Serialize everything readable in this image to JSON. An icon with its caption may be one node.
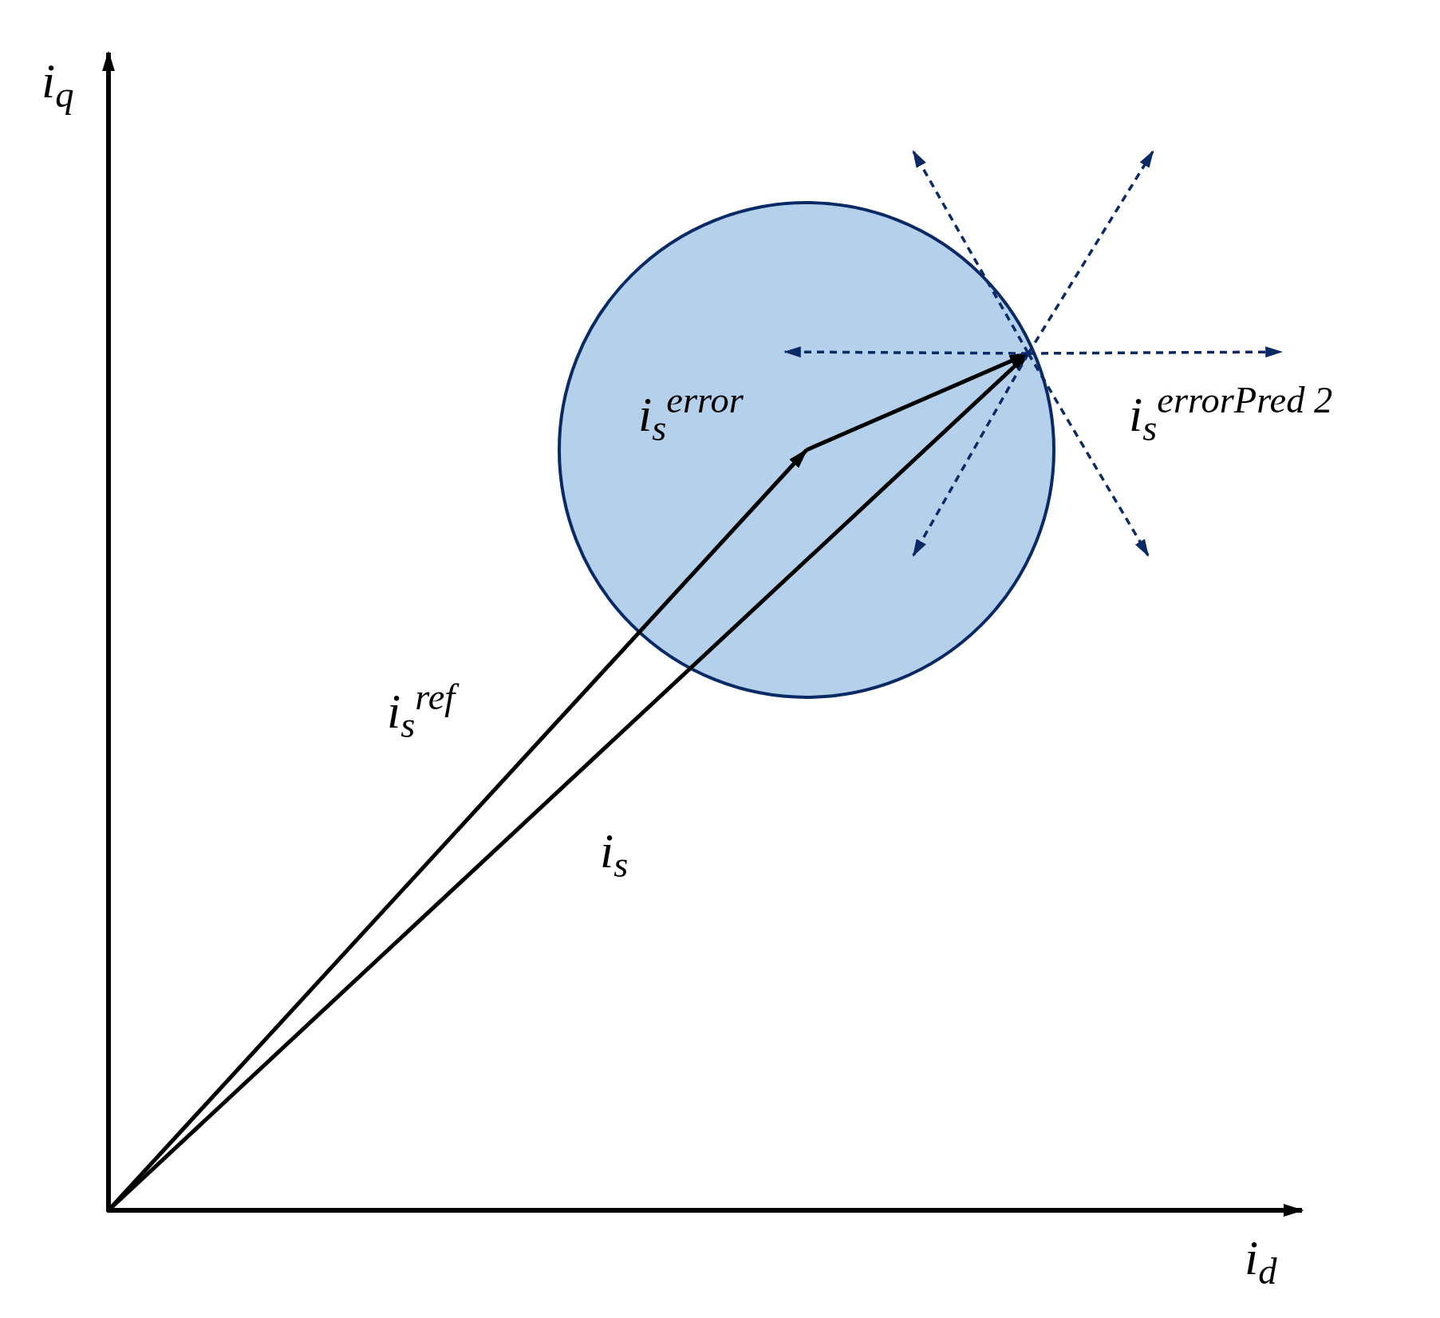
{
  "diagram": {
    "labels": [
      "i$_{q}$",
      "i$_{d}$",
      "i$_{s}$$^{error}$",
      "i$_{s}$$^{errorPred 2}$",
      "i$_{s}$$^{ref}$",
      "i$_{s}$"
    ]
  }
}
